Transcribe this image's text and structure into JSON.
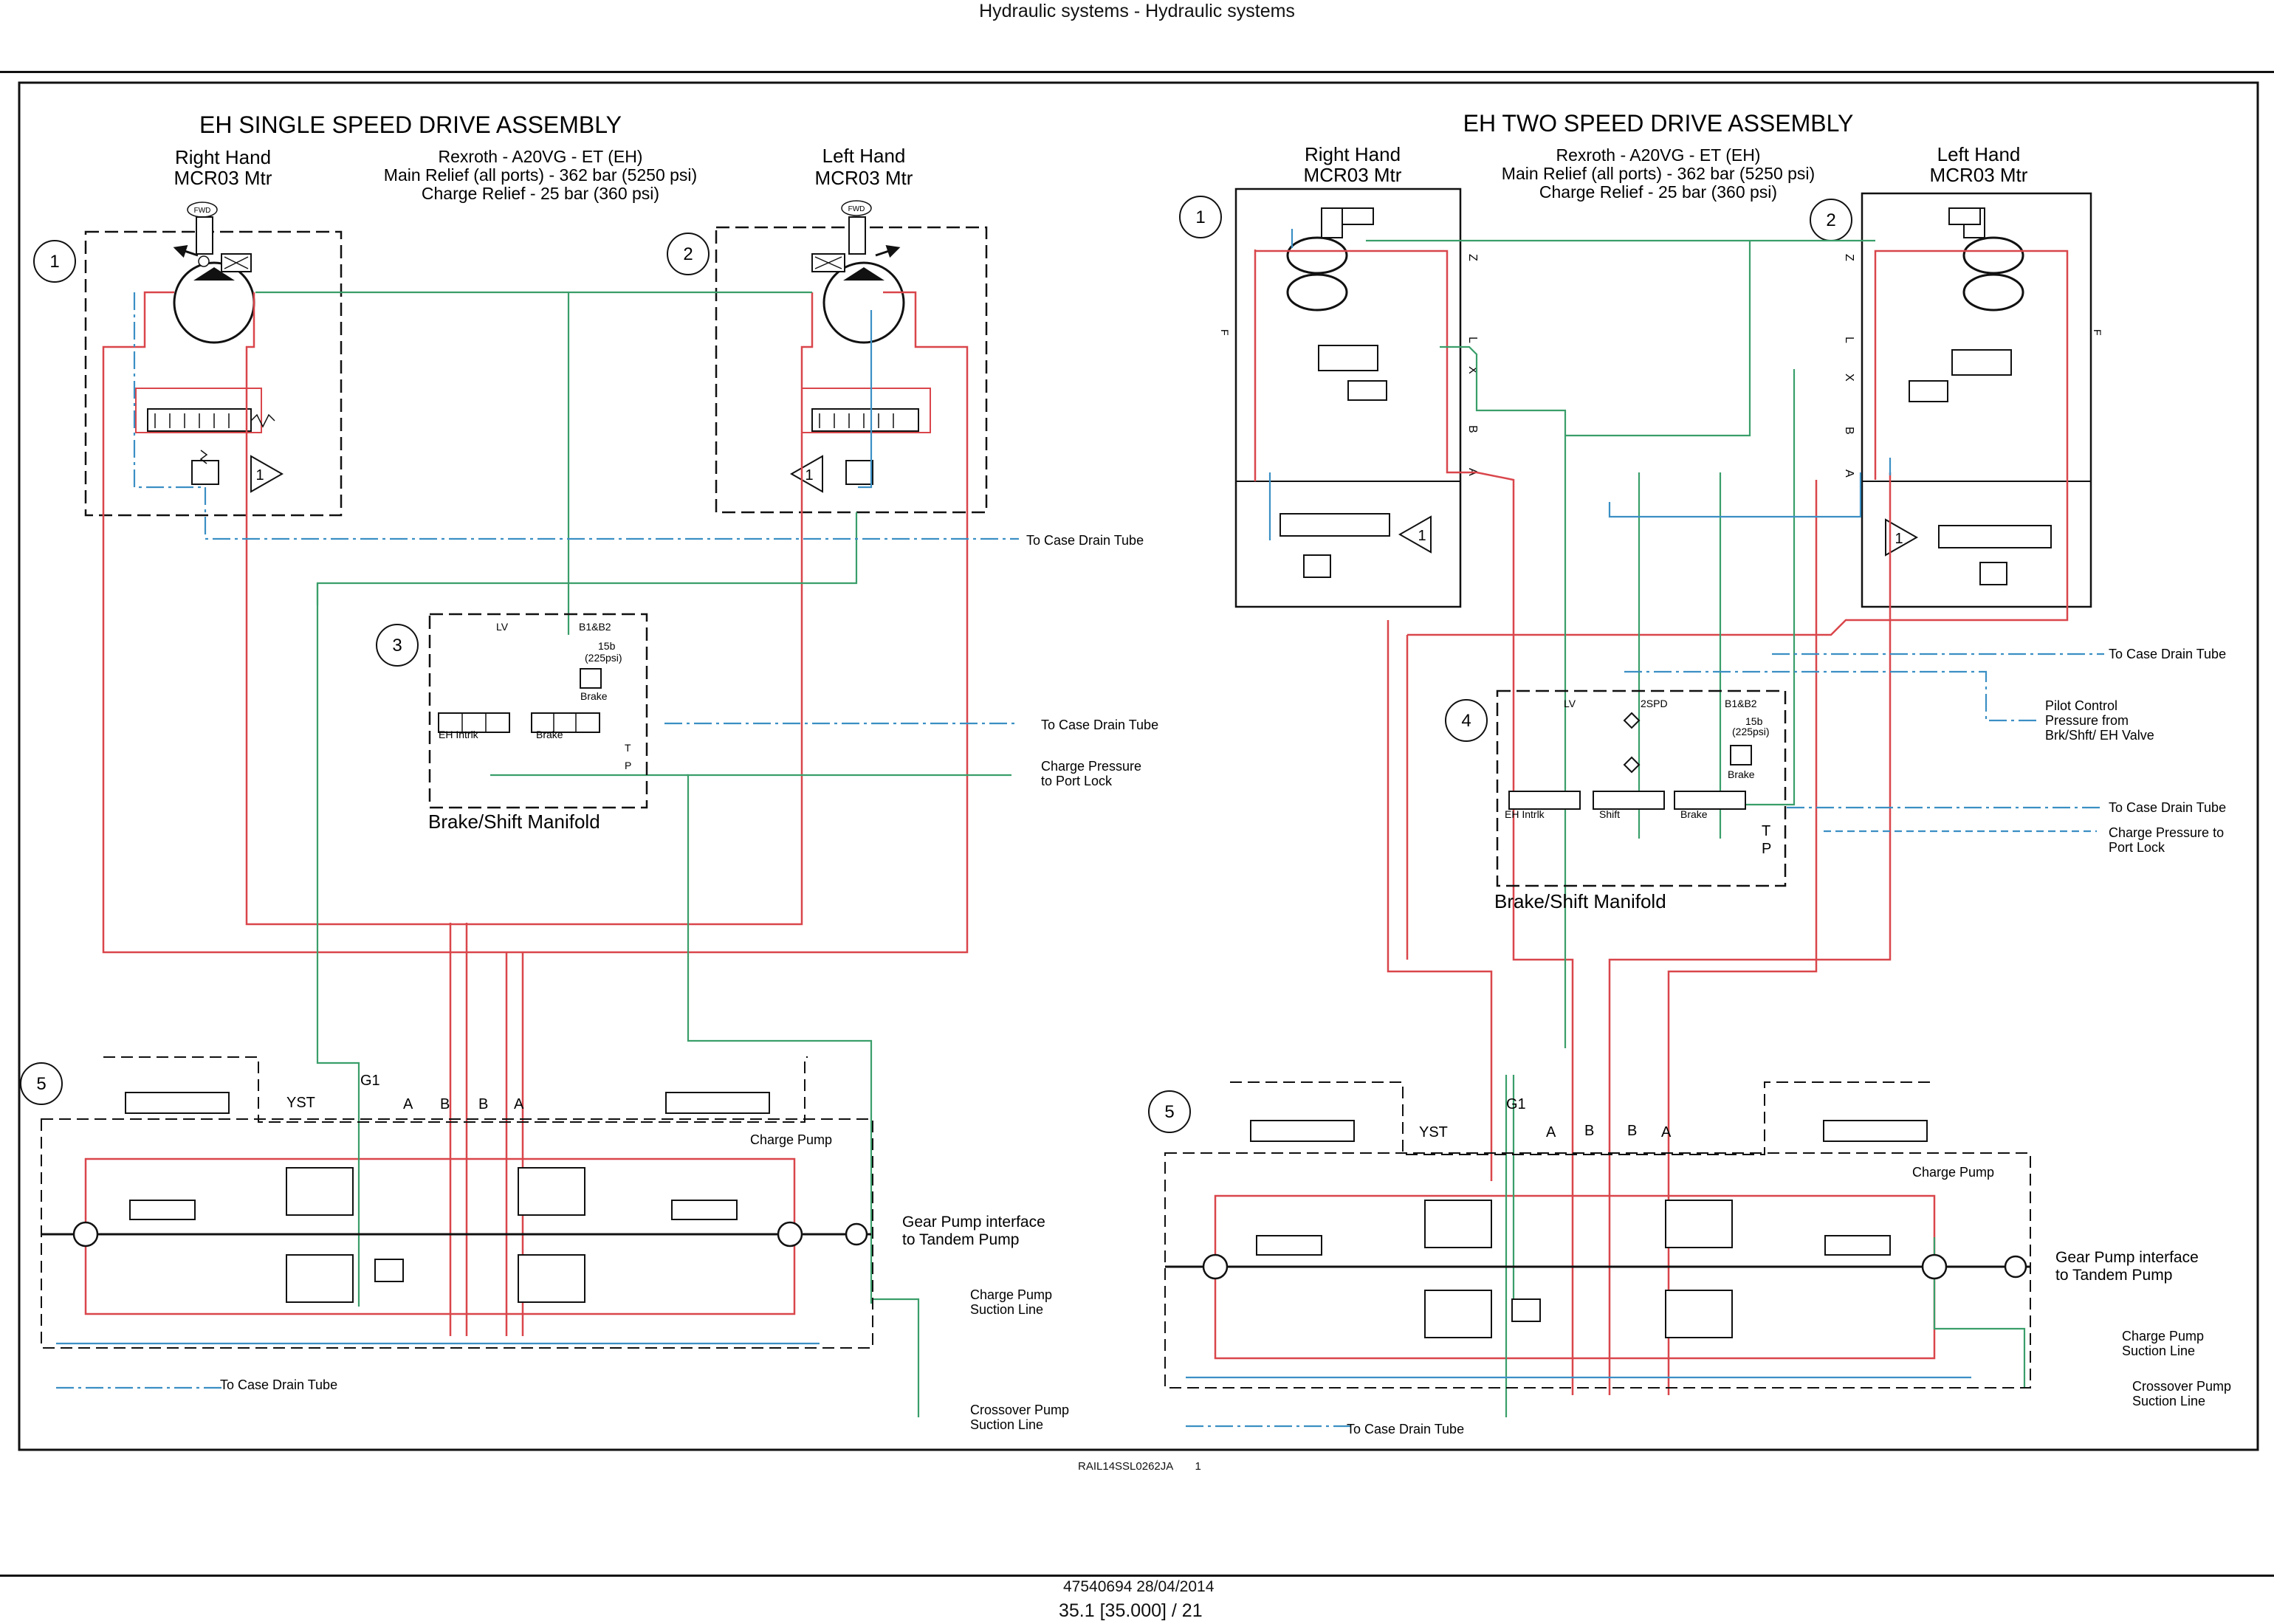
{
  "header": {
    "title": "Hydraulic systems - Hydraulic systems"
  },
  "figure_code": "RAIL14SSL0262JA",
  "figure_number": "1",
  "footer": {
    "doc_line": "47540694 28/04/2014",
    "page_ref": "35.1 [35.000] / 21"
  },
  "colors": {
    "pressure": "#d9464b",
    "pilot": "#3a9e6a",
    "drain": "#3b8fc4",
    "line": "#111111"
  },
  "left": {
    "title": "EH SINGLE SPEED DRIVE ASSEMBLY",
    "spec": [
      "Rexroth - A20VG - ET (EH)",
      "Main Relief (all ports) - 362 bar (5250 psi)",
      "Charge Relief - 25 bar (360 psi)"
    ],
    "right_motor": [
      "Right Hand",
      "MCR03 Mtr"
    ],
    "left_motor": [
      "Left Hand",
      "MCR03 Mtr"
    ],
    "fwd": "FWD",
    "callouts": [
      "1",
      "2",
      "3",
      "5"
    ],
    "triangle": "1",
    "manifold": {
      "name": "Brake/Shift Manifold",
      "lv": "LV",
      "b1b2": "B1&B2",
      "setting": "15b",
      "setting_psi": "(225psi)",
      "brake": "Brake",
      "eh_intrlk": "EH Intrlk",
      "t": "T",
      "p": "P"
    },
    "pump": {
      "yst": "YST",
      "g1": "G1",
      "ports": [
        "A",
        "B",
        "B",
        "A"
      ],
      "charge_pump": "Charge Pump"
    },
    "labels": {
      "case_drain_1": "To Case Drain Tube",
      "case_drain_2": "To Case Drain Tube",
      "charge_pressure": [
        "Charge Pressure",
        "to Port Lock"
      ],
      "gear_pump": [
        "Gear Pump interface",
        "to Tandem Pump"
      ],
      "charge_suction": [
        "Charge Pump",
        "Suction Line"
      ],
      "crossover_suction": [
        "Crossover Pump",
        "Suction Line"
      ],
      "case_drain_bottom": "To Case Drain Tube"
    }
  },
  "right": {
    "title": "EH TWO SPEED DRIVE ASSEMBLY",
    "spec": [
      "Rexroth - A20VG - ET (EH)",
      "Main Relief (all ports) - 362 bar (5250 psi)",
      "Charge Relief - 25 bar (360 psi)"
    ],
    "right_motor": [
      "Right Hand",
      "MCR03 Mtr"
    ],
    "left_motor": [
      "Left Hand",
      "MCR03 Mtr"
    ],
    "port_letters": [
      "Z",
      "L",
      "X",
      "B",
      "A"
    ],
    "f": "F",
    "callouts": [
      "1",
      "2",
      "4",
      "5"
    ],
    "triangle": "1",
    "manifold": {
      "name": "Brake/Shift Manifold",
      "lv": "LV",
      "spd": "2SPD",
      "b1b2": "B1&B2",
      "setting": "15b",
      "setting_psi": "(225psi)",
      "brake": "Brake",
      "eh_intrlk": "EH Intrlk",
      "shift": "Shift",
      "brake2": "Brake",
      "t": "T",
      "p": "P"
    },
    "pump": {
      "yst": "YST",
      "g1": "G1",
      "ports": [
        "A",
        "B",
        "B",
        "A"
      ],
      "charge_pump": "Charge Pump"
    },
    "labels": {
      "case_drain_1": "To Case Drain Tube",
      "pilot_control": [
        "Pilot Control",
        "Pressure from",
        "Brk/Shft/ EH Valve"
      ],
      "case_drain_2": "To Case Drain Tube",
      "charge_pressure": [
        "Charge Pressure to",
        "Port Lock"
      ],
      "gear_pump": [
        "Gear Pump interface",
        "to Tandem Pump"
      ],
      "charge_suction": [
        "Charge Pump",
        "Suction Line"
      ],
      "crossover_suction": [
        "Crossover Pump",
        "Suction Line"
      ],
      "case_drain_bottom": "To Case Drain Tube"
    }
  }
}
